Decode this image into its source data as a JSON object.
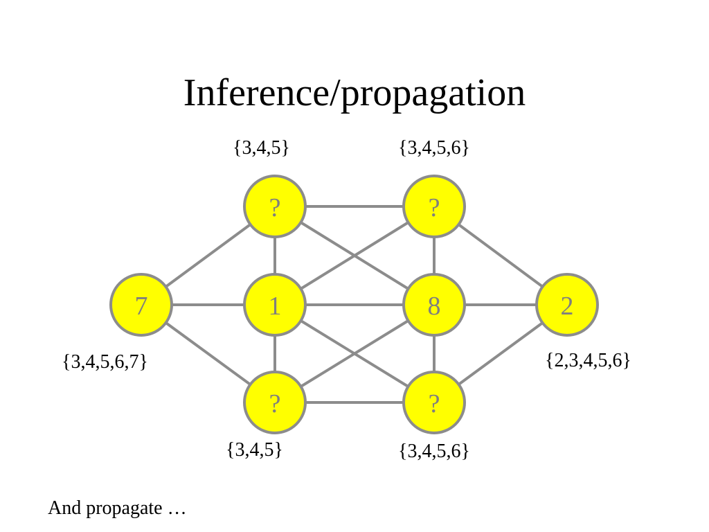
{
  "slide": {
    "title": "Inference/propagation",
    "caption": "And propagate …"
  },
  "nodes": {
    "n7": {
      "value": "7",
      "domain": "{3,4,5,6,7}"
    },
    "n1": {
      "value": "1"
    },
    "top_left": {
      "value": "?",
      "domain": "{3,4,5}"
    },
    "bottom_left": {
      "value": "?",
      "domain": "{3,4,5}"
    },
    "n8": {
      "value": "8"
    },
    "top_right": {
      "value": "?",
      "domain": "{3,4,5,6}"
    },
    "bottom_right": {
      "value": "?",
      "domain": "{3,4,5,6}"
    },
    "n2": {
      "value": "2",
      "domain": "{2,3,4,5,6}"
    }
  },
  "colors": {
    "node_fill": "#ffff00",
    "node_stroke": "#8c8c8c",
    "edge": "#8c8c8c",
    "node_text": "#7f7f7f"
  }
}
